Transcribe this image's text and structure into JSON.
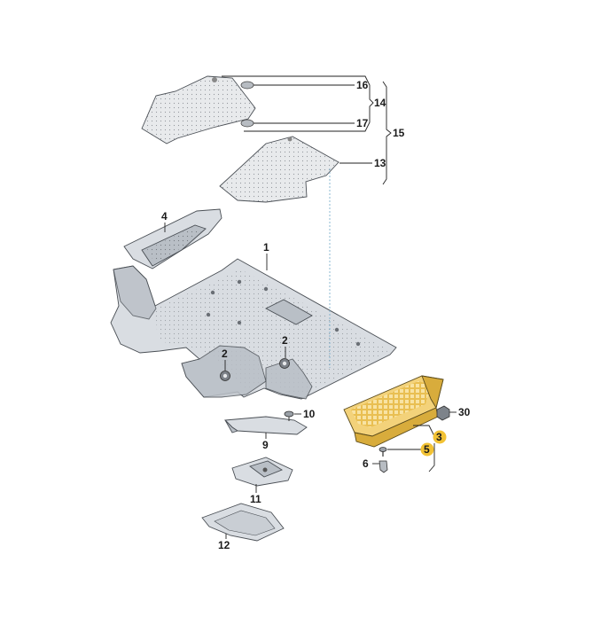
{
  "labels": {
    "l1": "1",
    "l2a": "2",
    "l2b": "2",
    "l3": "3",
    "l4": "4",
    "l5": "5",
    "l6": "6",
    "l9": "9",
    "l10": "10",
    "l11": "11",
    "l12": "12",
    "l13": "13",
    "l14": "14",
    "l15": "15",
    "l16": "16",
    "l17": "17",
    "l30": "30"
  },
  "highlight_color": "#f2c234",
  "part_color": "#f3d27a"
}
